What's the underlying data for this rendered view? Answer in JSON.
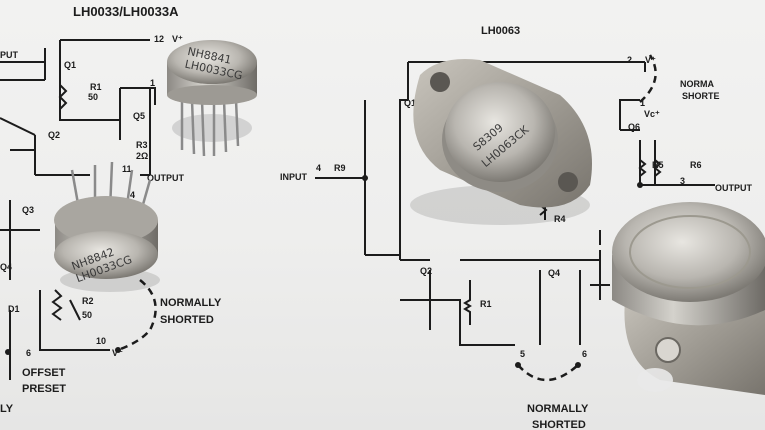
{
  "titles": {
    "left": "LH0033/LH0033A",
    "right": "LH0063"
  },
  "left_labels": {
    "output_in": "PUT",
    "pin12": "12",
    "vplus": "V⁺",
    "q1": "Q1",
    "r1": "R1",
    "r1v": "50",
    "pin1": "1",
    "q5": "Q5",
    "q2": "Q2",
    "r3": "R3",
    "r3v": "2Ω",
    "pin11": "11",
    "output": "OUTPUT",
    "pin4": "4",
    "q3": "Q3",
    "q4": "Q4",
    "d1": "D1",
    "r2": "R2",
    "r2v": "50",
    "normally": "NORMALLY",
    "shorted": "SHORTED",
    "pin6": "6",
    "pin10": "10",
    "vminus": "V⁻",
    "offset": "OFFSET",
    "preset": "PRESET",
    "ly": "LY"
  },
  "right_labels": {
    "pin2": "2",
    "vplus": "V⁺",
    "norma": "NORMA",
    "shorte": "SHORTE",
    "q1": "Q1",
    "pin1": "1",
    "vcplus": "Vc⁺",
    "q6": "Q6",
    "input": "INPUT",
    "pin4": "4",
    "r9": "R9",
    "r5": "R5",
    "r6": "R6",
    "pin3": "3",
    "output": "OUTPUT",
    "r4": "R4",
    "q2": "Q2",
    "q4": "Q4",
    "r1": "R1",
    "pin5": "5",
    "pin6": "6",
    "normally": "NORMALLY",
    "shorted": "SHORTED"
  },
  "chips": {
    "left_top": [
      "NH8841",
      "LH0033CG"
    ],
    "left_mid": [
      "NH8842",
      "LH0033CG"
    ],
    "big_center": [
      "S8309",
      "LH0063CK"
    ],
    "big_right": [
      "..."
    ]
  }
}
